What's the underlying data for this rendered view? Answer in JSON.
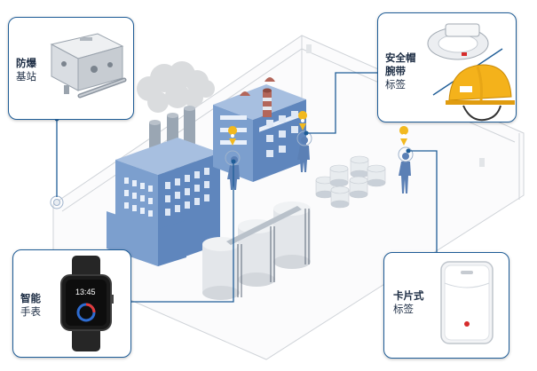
{
  "cards": {
    "base_station": {
      "title": "防爆",
      "subtitle": "基站"
    },
    "helmet_wrist_tag": {
      "line1": "安全帽",
      "line2": "腕带",
      "line3": "标签"
    },
    "smartwatch": {
      "title": "智能",
      "subtitle": "手表",
      "watch_time": "13:45"
    },
    "card_tag": {
      "title": "卡片式",
      "subtitle": "标签"
    }
  },
  "colors": {
    "card_border": "#1f5d97",
    "connector": "#1f5d97",
    "building_blue": "#7c9fce",
    "building_dark": "#5a7fb3",
    "tank": "#e3e6ea",
    "helmet": "#f4b21b",
    "worker": "#5b80b5",
    "beacon": "#f2b91f"
  },
  "icons": [
    "base-station-icon",
    "helmet-icon",
    "wristband-icon",
    "smartwatch-icon",
    "card-tag-icon",
    "location-pin-icon",
    "worker-icon"
  ]
}
